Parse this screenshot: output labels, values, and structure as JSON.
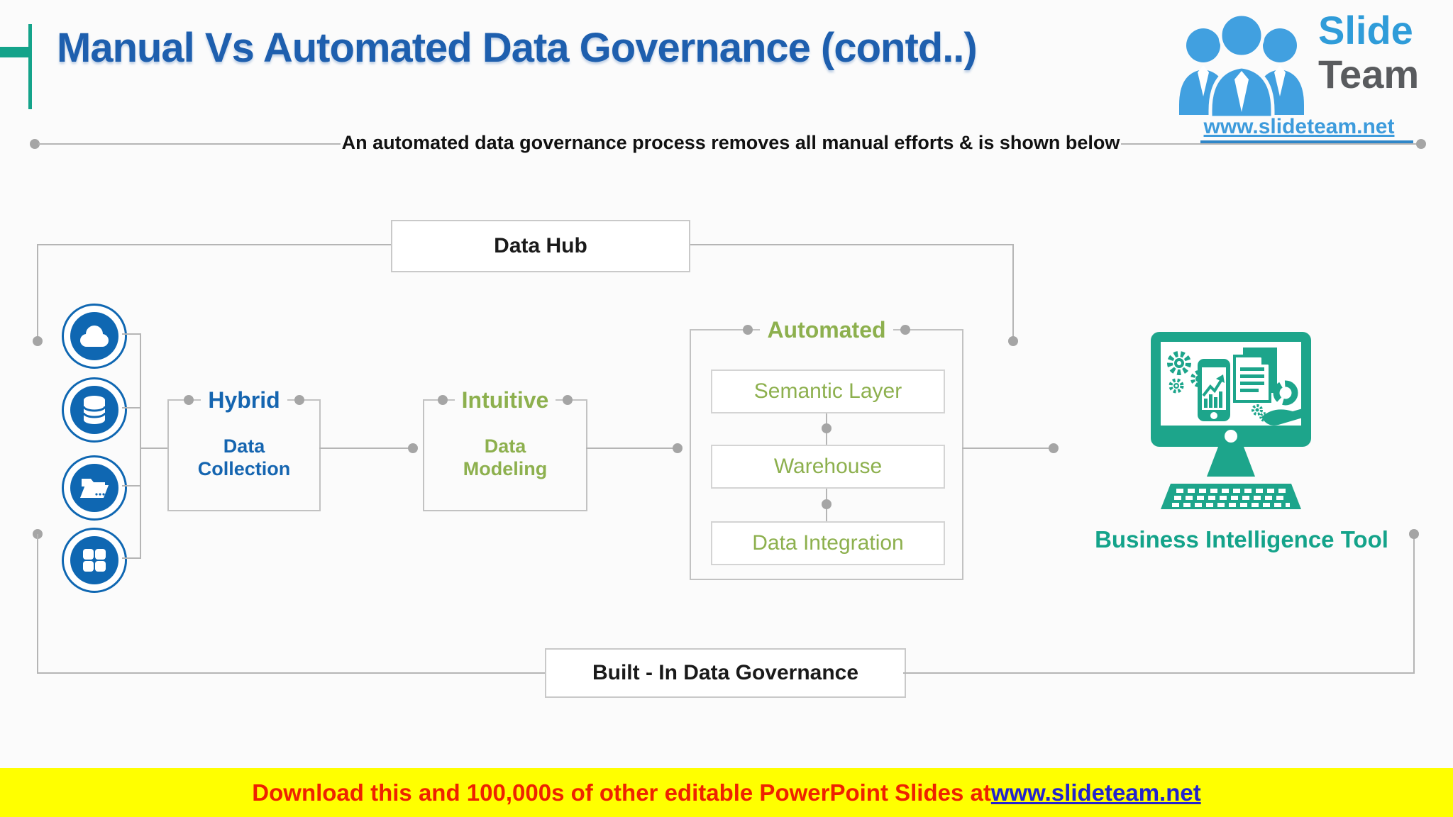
{
  "header": {
    "title": "Manual Vs Automated Data Governance (contd..)"
  },
  "logo": {
    "line1": "Slide",
    "line2": "Team",
    "url": "www.slideteam.net"
  },
  "subtitle": {
    "text": "An automated data governance process removes all manual efforts & is shown below"
  },
  "diagram": {
    "data_hub": "Data Hub",
    "sources": [
      "cloud-icon",
      "database-icon",
      "folder-icon",
      "grid-icon"
    ],
    "hybrid": {
      "title": "Hybrid",
      "body": "Data Collection"
    },
    "intuitive": {
      "title": "Intuitive",
      "body": "Data Modeling"
    },
    "automated": {
      "title": "Automated",
      "items": [
        "Semantic Layer",
        "Warehouse",
        "Data Integration"
      ]
    },
    "bi_tool": "Business Intelligence Tool",
    "built_in": "Built - In Data Governance"
  },
  "footer": {
    "prefix": "Download this and 100,000s of other editable PowerPoint Slides at ",
    "link": "www.slideteam.net"
  },
  "colors": {
    "title_blue": "#1e5fae",
    "accent_teal": "#14a38a",
    "green": "#8db04e",
    "circle_blue": "#0f67b2",
    "line_gray": "#b5b5b5",
    "banner_yellow": "#ffff00",
    "banner_red": "#ee2200",
    "link_blue": "#2323cc"
  }
}
